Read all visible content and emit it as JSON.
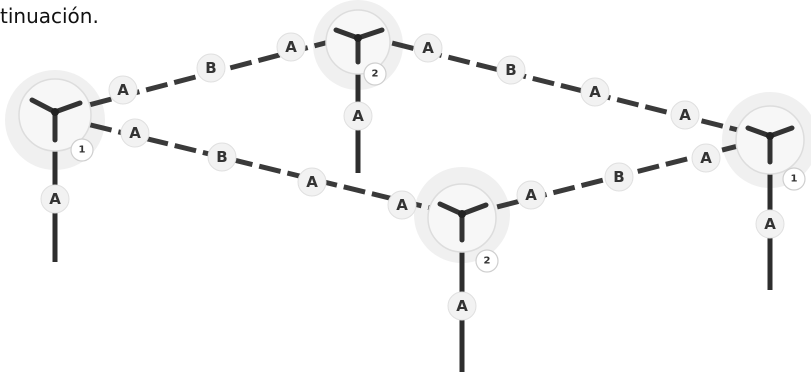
{
  "caption": "tinuación.",
  "nodes": [
    {
      "id": "node-left",
      "label": "1"
    },
    {
      "id": "node-top",
      "label": "2"
    },
    {
      "id": "node-right",
      "label": "1"
    },
    {
      "id": "node-bottom",
      "label": "2"
    }
  ],
  "connectors": {
    "pole_left": "A",
    "pole_top": "A",
    "pole_right": "A",
    "pole_bottom": "A",
    "left_top_1": "A",
    "left_top_2": "B",
    "left_top_3": "A",
    "top_right_1": "A",
    "top_right_2": "B",
    "top_right_3": "A",
    "top_right_4": "A",
    "left_bottom_1": "A",
    "left_bottom_2": "B",
    "left_bottom_3": "A",
    "left_bottom_4": "A",
    "bottom_right_1": "A",
    "bottom_right_2": "B",
    "bottom_right_3": "A"
  }
}
